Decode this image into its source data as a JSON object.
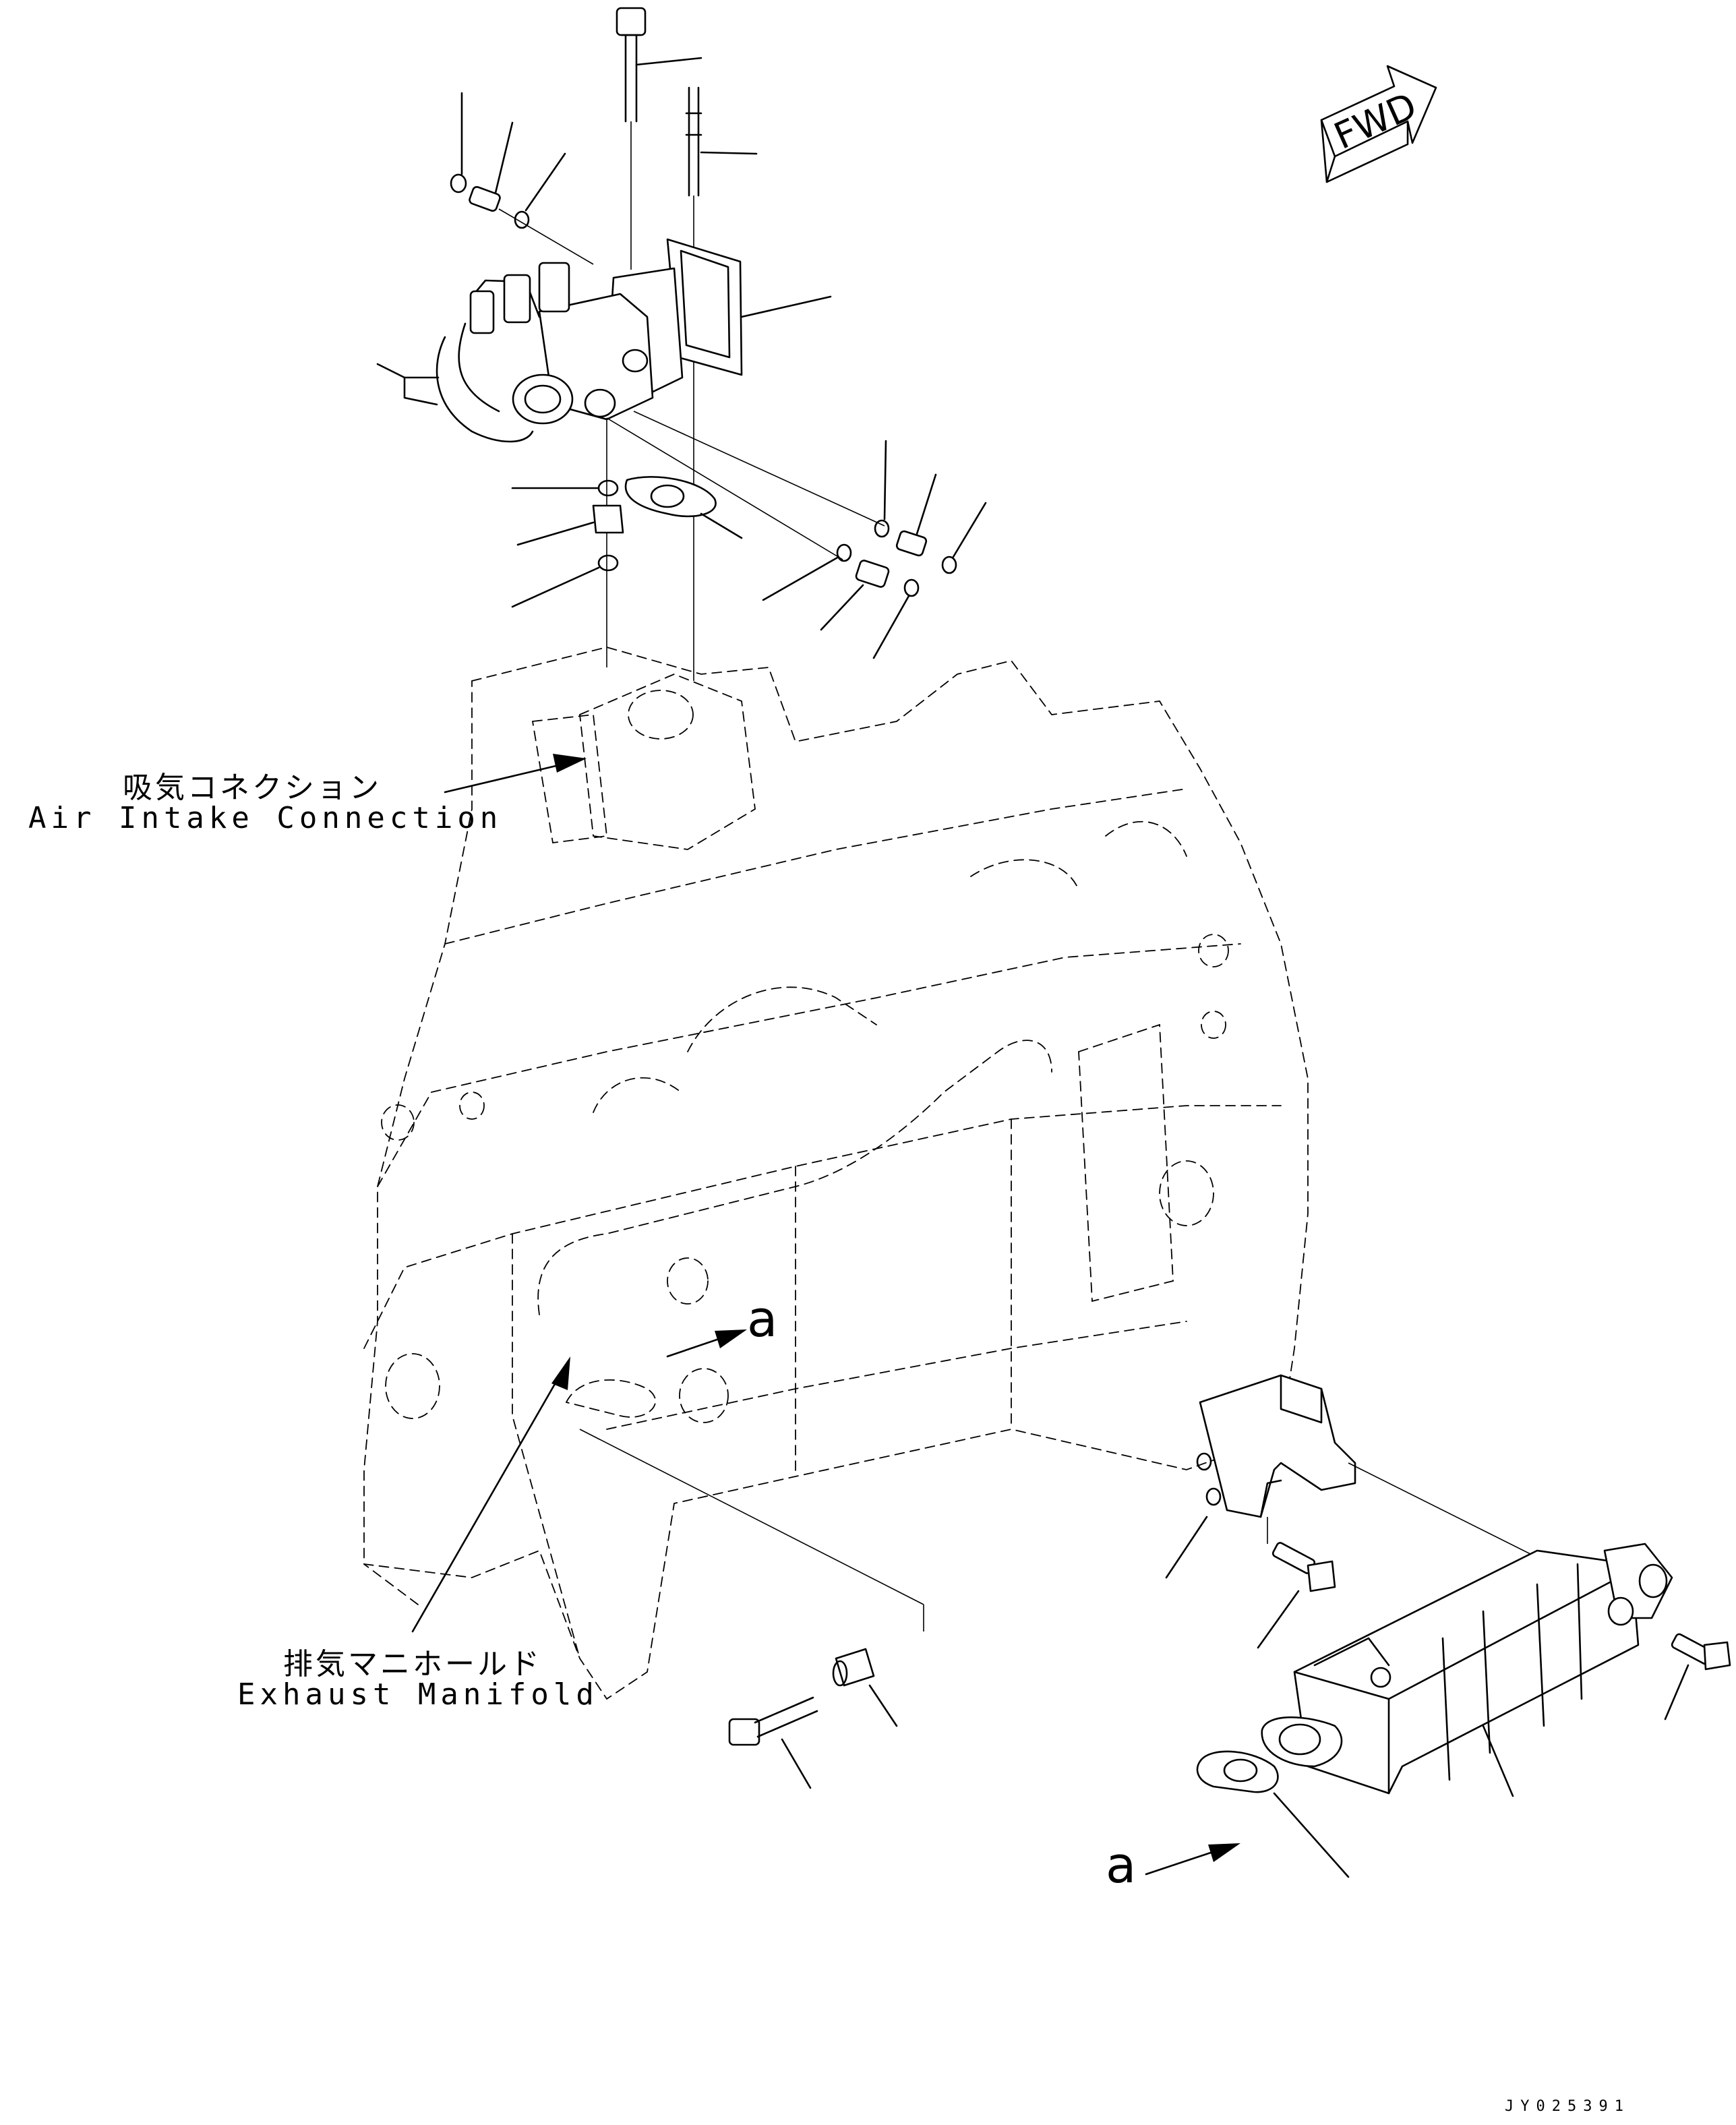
{
  "labels": {
    "air_intake_jp": "吸気コネクション",
    "air_intake_en": "Air Intake Connection",
    "exhaust_manifold_jp": "排気マニホールド",
    "exhaust_manifold_en": "Exhaust Manifold"
  },
  "reference_marks": {
    "upper": "a",
    "lower": "a"
  },
  "direction_arrow": "FWD",
  "drawing_code": "JY025391"
}
